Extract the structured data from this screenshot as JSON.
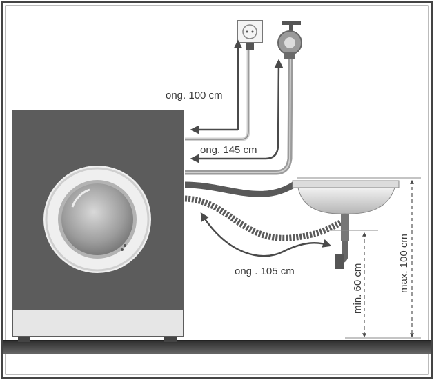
{
  "labels": {
    "power_cord": "ong. 100 cm",
    "inlet_hose": "ong. 145 cm",
    "drain_hose": "ong . 105 cm",
    "min_height": "min. 60 cm",
    "max_height": "max. 100 cm"
  },
  "colors": {
    "machine_body": "#5c5c5c",
    "machine_base": "#e6e6e6",
    "floor": "#3f3f3f",
    "hose": "#5a5a5a",
    "arrow": "#4a4a4a",
    "frame": "#444444"
  },
  "icons": [
    "wall-socket-icon",
    "water-tap-icon",
    "sink-icon",
    "washing-machine-icon"
  ]
}
